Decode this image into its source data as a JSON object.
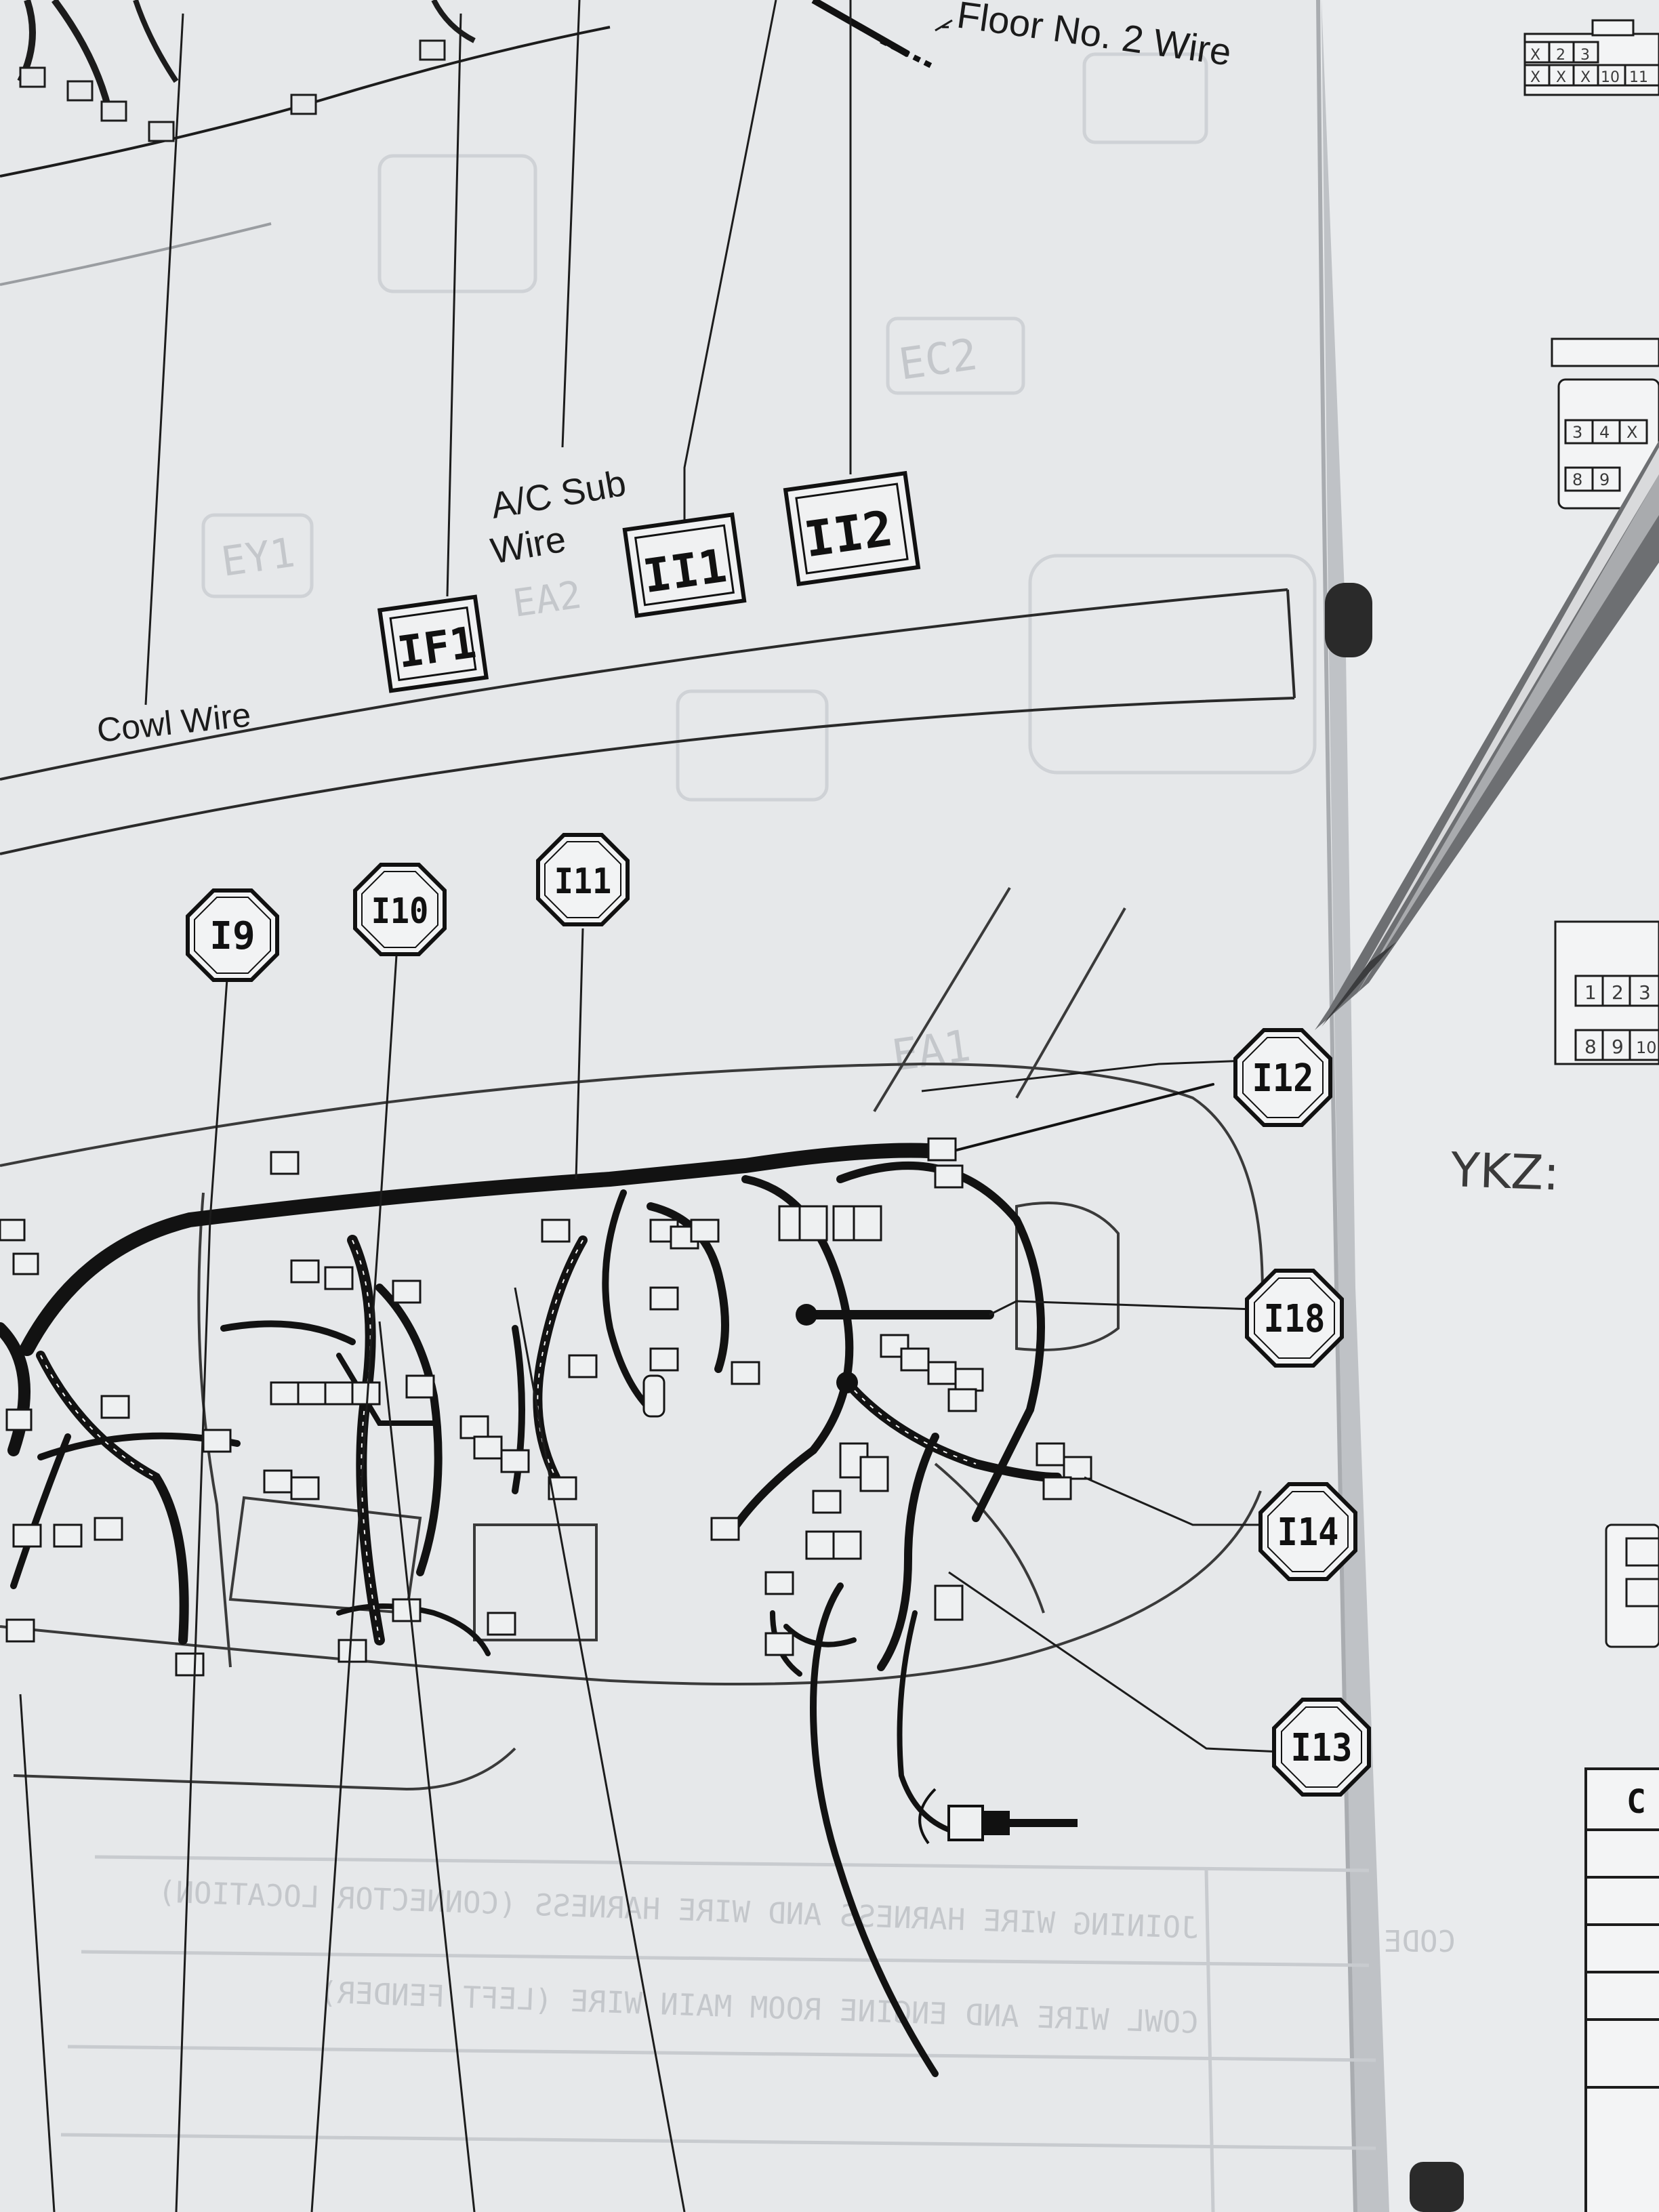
{
  "labels": {
    "floor_wire": "Floor No. 2 Wire",
    "ac_sub_1": "A/C Sub",
    "ac_sub_2": "Wire",
    "cowl_wire": "Cowl Wire"
  },
  "connector_boxes": {
    "if1": "IF1",
    "ii1": "II1",
    "ii2": "II2"
  },
  "octagon_connectors": {
    "i9": "I9",
    "i10": "I10",
    "i11": "I11",
    "i12": "I12",
    "i18": "I18",
    "i14": "I14",
    "i13": "I13"
  },
  "ghost_text": {
    "ec2": "EC2",
    "ey1": "EY1",
    "ea2": "EA2",
    "ea1": "EA1",
    "table_row1": "JOINING WIRE HARNESS AND WIRE HARNESS (CONNECTOR LOCATION)",
    "table_row2": "COWL WIRE AND ENGINE ROOM MAIN WIRE (LEFT FENDER)",
    "table_code": "CODE"
  },
  "right_page": {
    "pin_row1": [
      "X",
      "2",
      "3"
    ],
    "pin_row2": [
      "X",
      "X",
      "X",
      "10",
      "11"
    ],
    "pin_row3": [
      "3",
      "4",
      "X"
    ],
    "pin_row4": [
      "8",
      "9"
    ],
    "pin_row5": [
      "1",
      "2",
      "3"
    ],
    "pin_row6": [
      "8",
      "9",
      "10"
    ],
    "handwritten": "YKZ:",
    "table_header": "C"
  }
}
